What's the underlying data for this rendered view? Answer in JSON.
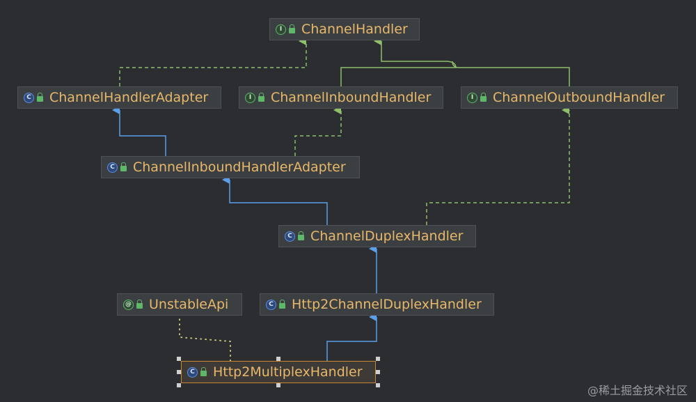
{
  "nodes": {
    "channel_handler": {
      "label": "ChannelHandler",
      "kind": "interface"
    },
    "channel_handler_adapter": {
      "label": "ChannelHandlerAdapter",
      "kind": "class"
    },
    "channel_inbound_handler": {
      "label": "ChannelInboundHandler",
      "kind": "interface"
    },
    "channel_outbound_handler": {
      "label": "ChannelOutboundHandler",
      "kind": "interface"
    },
    "channel_inbound_handler_adapter": {
      "label": "ChannelInboundHandlerAdapter",
      "kind": "class"
    },
    "channel_duplex_handler": {
      "label": "ChannelDuplexHandler",
      "kind": "class"
    },
    "unstable_api": {
      "label": "UnstableApi",
      "kind": "annotation"
    },
    "http2_channel_duplex_handler": {
      "label": "Http2ChannelDuplexHandler",
      "kind": "class"
    },
    "http2_multiplex_handler": {
      "label": "Http2MultiplexHandler",
      "kind": "class"
    }
  },
  "edges": [
    {
      "from": "channel_handler_adapter",
      "to": "channel_handler",
      "type": "implements"
    },
    {
      "from": "channel_inbound_handler",
      "to": "channel_handler",
      "type": "extends-interface"
    },
    {
      "from": "channel_outbound_handler",
      "to": "channel_handler",
      "type": "extends-interface"
    },
    {
      "from": "channel_inbound_handler_adapter",
      "to": "channel_handler_adapter",
      "type": "extends"
    },
    {
      "from": "channel_inbound_handler_adapter",
      "to": "channel_inbound_handler",
      "type": "implements"
    },
    {
      "from": "channel_duplex_handler",
      "to": "channel_inbound_handler_adapter",
      "type": "extends"
    },
    {
      "from": "channel_duplex_handler",
      "to": "channel_outbound_handler",
      "type": "implements"
    },
    {
      "from": "http2_channel_duplex_handler",
      "to": "channel_duplex_handler",
      "type": "extends"
    },
    {
      "from": "http2_multiplex_handler",
      "to": "http2_channel_duplex_handler",
      "type": "extends"
    },
    {
      "from": "http2_multiplex_handler",
      "to": "unstable_api",
      "type": "annotated-by"
    }
  ],
  "icons": {
    "class": "C",
    "interface": "I",
    "annotation": "@"
  },
  "colors": {
    "background": "#2b2d30",
    "node_text": "#e8b86a",
    "extends_arrow": "#5a9fe8",
    "interface_arrow": "#8fbf6a",
    "annotation_link": "#c7c37a"
  },
  "watermark": "@稀土掘金技术社区"
}
